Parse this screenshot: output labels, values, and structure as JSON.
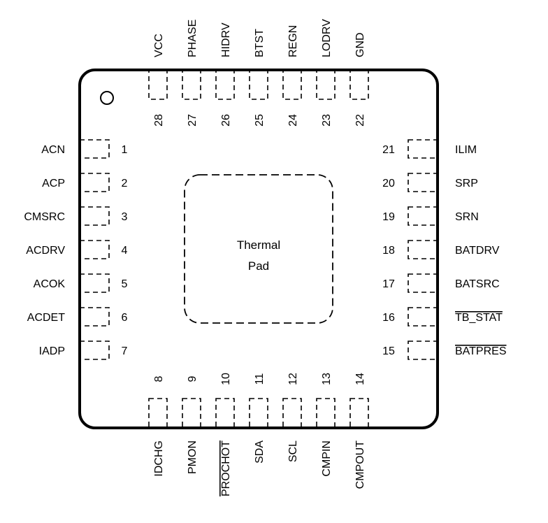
{
  "thermal_pad": {
    "line1": "Thermal",
    "line2": "Pad"
  },
  "pins": {
    "top": [
      {
        "name": "VCC",
        "number": "28"
      },
      {
        "name": "PHASE",
        "number": "27"
      },
      {
        "name": "HIDRV",
        "number": "26"
      },
      {
        "name": "BTST",
        "number": "25"
      },
      {
        "name": "REGN",
        "number": "24"
      },
      {
        "name": "LODRV",
        "number": "23"
      },
      {
        "name": "GND",
        "number": "22"
      }
    ],
    "left": [
      {
        "name": "ACN",
        "number": "1"
      },
      {
        "name": "ACP",
        "number": "2"
      },
      {
        "name": "CMSRC",
        "number": "3"
      },
      {
        "name": "ACDRV",
        "number": "4"
      },
      {
        "name": "ACOK",
        "number": "5"
      },
      {
        "name": "ACDET",
        "number": "6"
      },
      {
        "name": "IADP",
        "number": "7"
      }
    ],
    "right": [
      {
        "name": "ILIM",
        "number": "21"
      },
      {
        "name": "SRP",
        "number": "20"
      },
      {
        "name": "SRN",
        "number": "19"
      },
      {
        "name": "BATDRV",
        "number": "18"
      },
      {
        "name": "BATSRC",
        "number": "17"
      },
      {
        "name": "TB_STAT",
        "number": "16",
        "overbar": true
      },
      {
        "name": "BATPRES",
        "number": "15",
        "overbar": true
      }
    ],
    "bottom": [
      {
        "name": "IDCHG",
        "number": "8"
      },
      {
        "name": "PMON",
        "number": "9"
      },
      {
        "name": "PROCHOT",
        "number": "10",
        "overbar": true
      },
      {
        "name": "SDA",
        "number": "11"
      },
      {
        "name": "SCL",
        "number": "12"
      },
      {
        "name": "CMPIN",
        "number": "13"
      },
      {
        "name": "CMPOUT",
        "number": "14"
      }
    ]
  }
}
